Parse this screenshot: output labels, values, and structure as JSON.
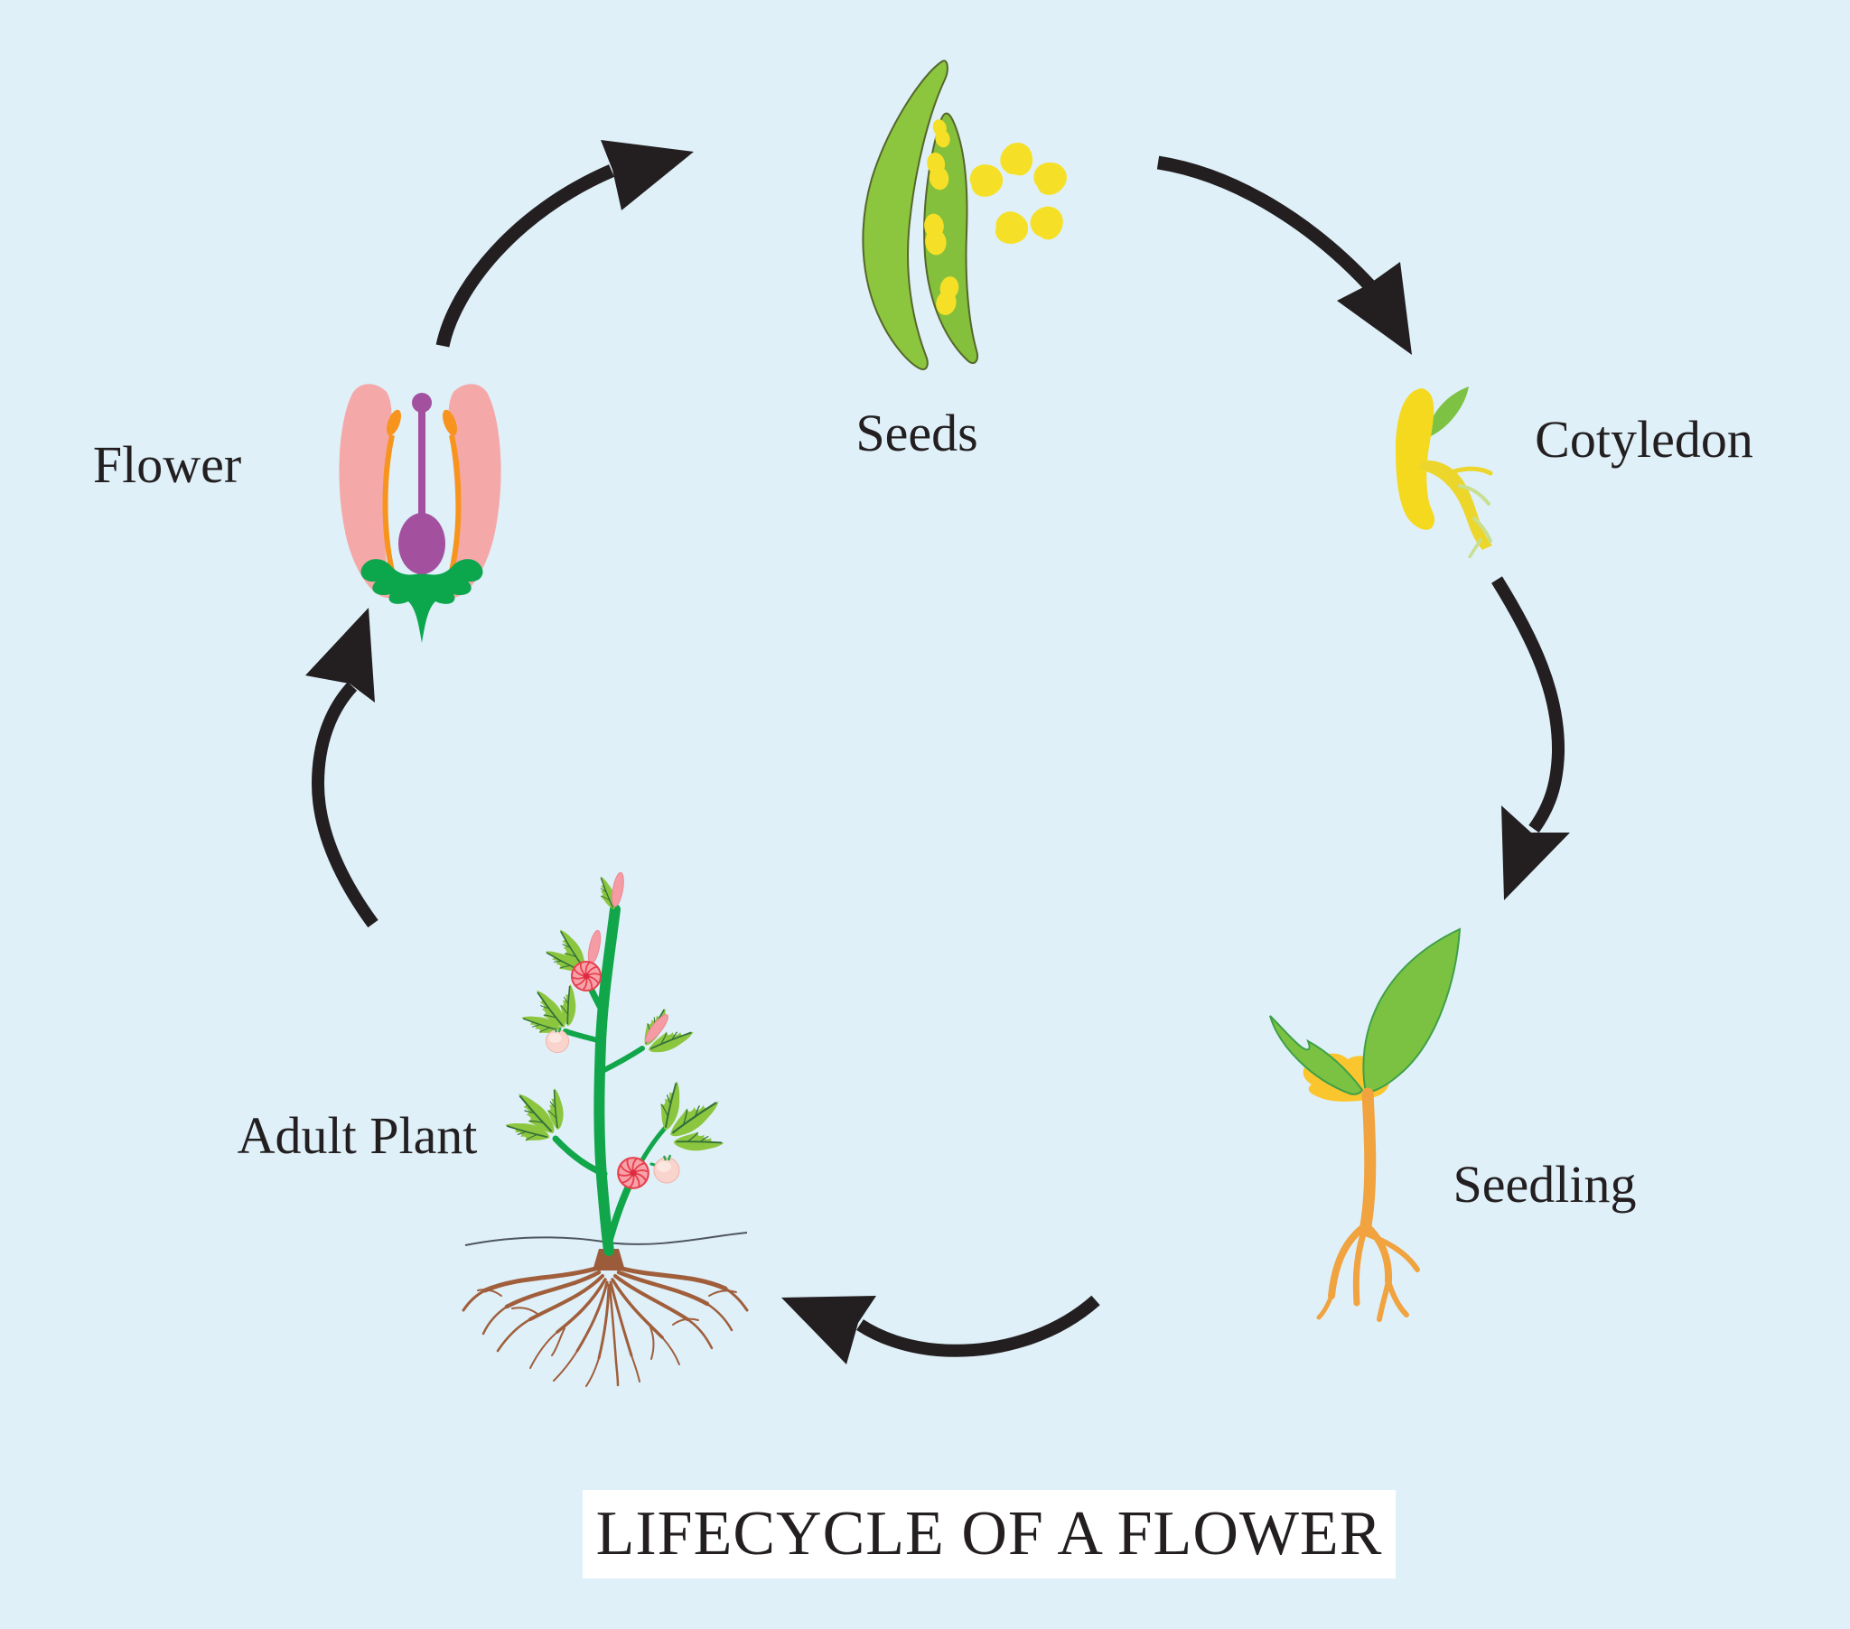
{
  "title": "LIFECYCLE OF A FLOWER",
  "stages": [
    {
      "id": "seeds",
      "label": "Seeds"
    },
    {
      "id": "cotyledon",
      "label": "Cotyledon"
    },
    {
      "id": "seedling",
      "label": "Seedling"
    },
    {
      "id": "adult-plant",
      "label": "Adult Plant"
    },
    {
      "id": "flower",
      "label": "Flower"
    }
  ],
  "transitions": [
    {
      "from": "Seeds",
      "to": "Cotyledon"
    },
    {
      "from": "Cotyledon",
      "to": "Seedling"
    },
    {
      "from": "Seedling",
      "to": "Adult Plant"
    },
    {
      "from": "Adult Plant",
      "to": "Flower"
    },
    {
      "from": "Flower",
      "to": "Seeds"
    }
  ],
  "colors": {
    "background": "#DFF0F9",
    "arrow": "#231F20",
    "text": "#231F20",
    "title_background": "#FFFFFF",
    "pod_green": "#8CC63E",
    "seed_yellow": "#F6E027",
    "cotyledon_yellow": "#F5D91F",
    "leaf_green": "#7DC242",
    "seedling_stem_orange": "#F0A33F",
    "plant_stem_green": "#12A64B",
    "petal_pink": "#F5A8A8",
    "rosette_pink": "#F7A2AA",
    "rosette_red": "#E8404E",
    "bud_pink": "#F49BA4",
    "stamen_orange": "#F7941D",
    "pistil_purple": "#A3519F",
    "sepal_green": "#0CA64D",
    "root_brown": "#A05E3B",
    "fruit_peach": "#F9D4CC"
  }
}
